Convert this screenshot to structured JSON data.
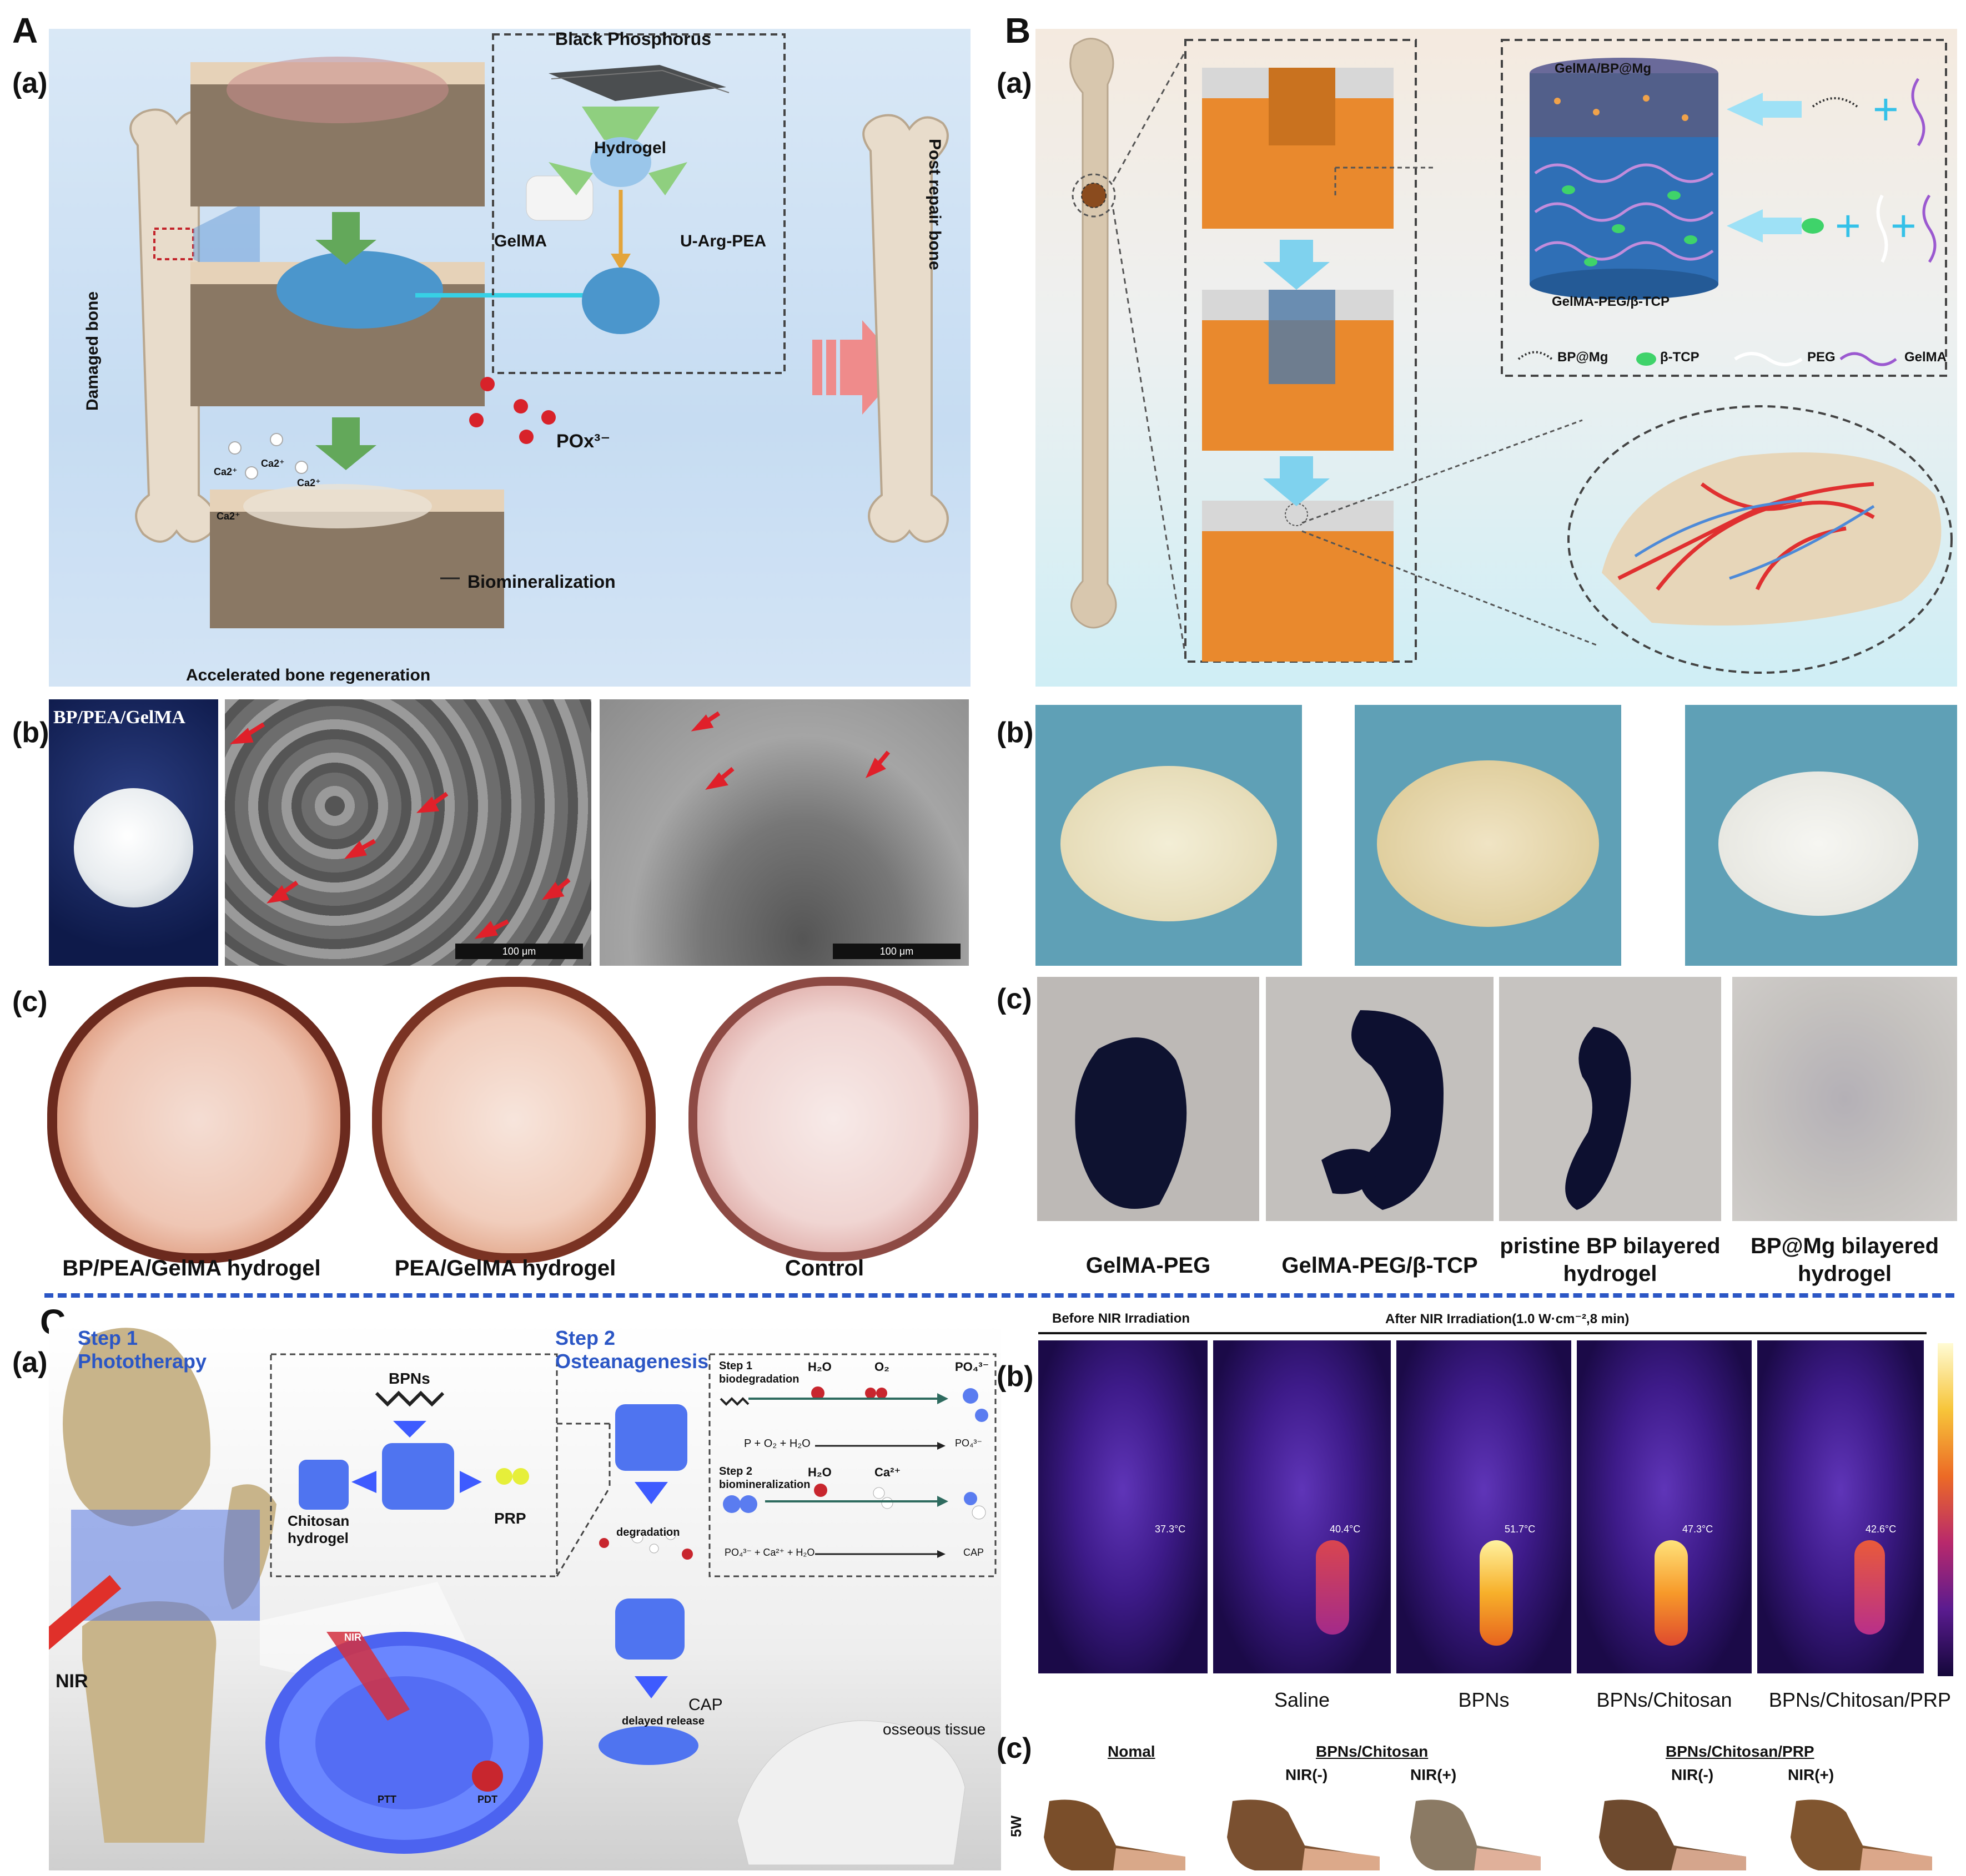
{
  "panel_letters": {
    "A": "A",
    "B": "B",
    "C": "C"
  },
  "subpanels": {
    "a": "(a)",
    "b": "(b)",
    "c": "(c)"
  },
  "A": {
    "a": {
      "black_phosphorus": "Black Phosphorus",
      "hydrogel": "Hydrogel",
      "gelma": "GelMA",
      "u_arg_pea": "U-Arg-PEA",
      "damaged_bone": "Damaged bone",
      "post_repair_bone": "Post repair bone",
      "pox": "POx³⁻",
      "ca2": "Ca2⁺",
      "biomineralization": "Biomineralization",
      "accelerated": "Accelerated bone regeneration"
    },
    "b": {
      "photo_label": "BP/PEA/GelMA",
      "scale1": "100 μm",
      "scale2": "100 μm"
    },
    "c": {
      "labels": [
        "BP/PEA/GelMA hydrogel",
        "PEA/GelMA hydrogel",
        "Control"
      ]
    }
  },
  "B": {
    "a": {
      "top_label": "GelMA/BP@Mg",
      "bottom_label": "GelMA-PEG/β-TCP",
      "legend": [
        "BP@Mg",
        "β-TCP",
        "PEG",
        "GelMA"
      ]
    },
    "c": {
      "labels": [
        "GelMA-PEG",
        "GelMA-PEG/β-TCP",
        "pristine BP bilayered hydrogel",
        "BP@Mg bilayered hydrogel"
      ]
    }
  },
  "C": {
    "a": {
      "step1_title": "Step 1",
      "step1_sub": "Phototherapy",
      "step2_title": "Step 2",
      "step2_sub": "Osteanagenesis",
      "bpns": "BPNs",
      "chitosan": "Chitosan hydrogel",
      "prp": "PRP",
      "nir": "NIR",
      "nir_small": "NIR",
      "ptt": "PTT",
      "pdt": "PDT",
      "degradation": "degradation",
      "delayed_release": "delayed release",
      "cap": "CAP",
      "osseous": "osseous tissue",
      "box_step1": "Step 1",
      "box_step1_sub": "biodegradation",
      "box_step2": "Step 2",
      "box_step2_sub": "biomineralization",
      "h2o": "H₂O",
      "o2": "O₂",
      "po4": "PO₄³⁻",
      "ca2": "Ca²⁺",
      "eq1": "P + O₂ + H₂O",
      "eq1_prod": "PO₄³⁻",
      "eq2": "PO₄³⁻ + Ca²⁺ + H₂O",
      "eq2_prod": "CAP"
    },
    "b": {
      "before": "Before NIR Irradiation",
      "after": "After NIR Irradiation(1.0 W·cm⁻²,8 min)",
      "temps": [
        "37.3°C",
        "40.4°C",
        "51.7°C",
        "47.3°C",
        "42.6°C"
      ],
      "labels": [
        "Saline",
        "BPNs",
        "BPNs/Chitosan",
        "BPNs/Chitosan/PRP"
      ]
    },
    "c": {
      "normal": "Nomal",
      "group1": "BPNs/Chitosan",
      "group2": "BPNs/Chitosan/PRP",
      "nir_minus": "NIR(-)",
      "nir_plus": "NIR(+)",
      "week": "5W"
    }
  },
  "colors": {
    "accent_blue": "#2b56c5",
    "arrow_red": "#e0202a",
    "bone": "#d8c7ae"
  }
}
